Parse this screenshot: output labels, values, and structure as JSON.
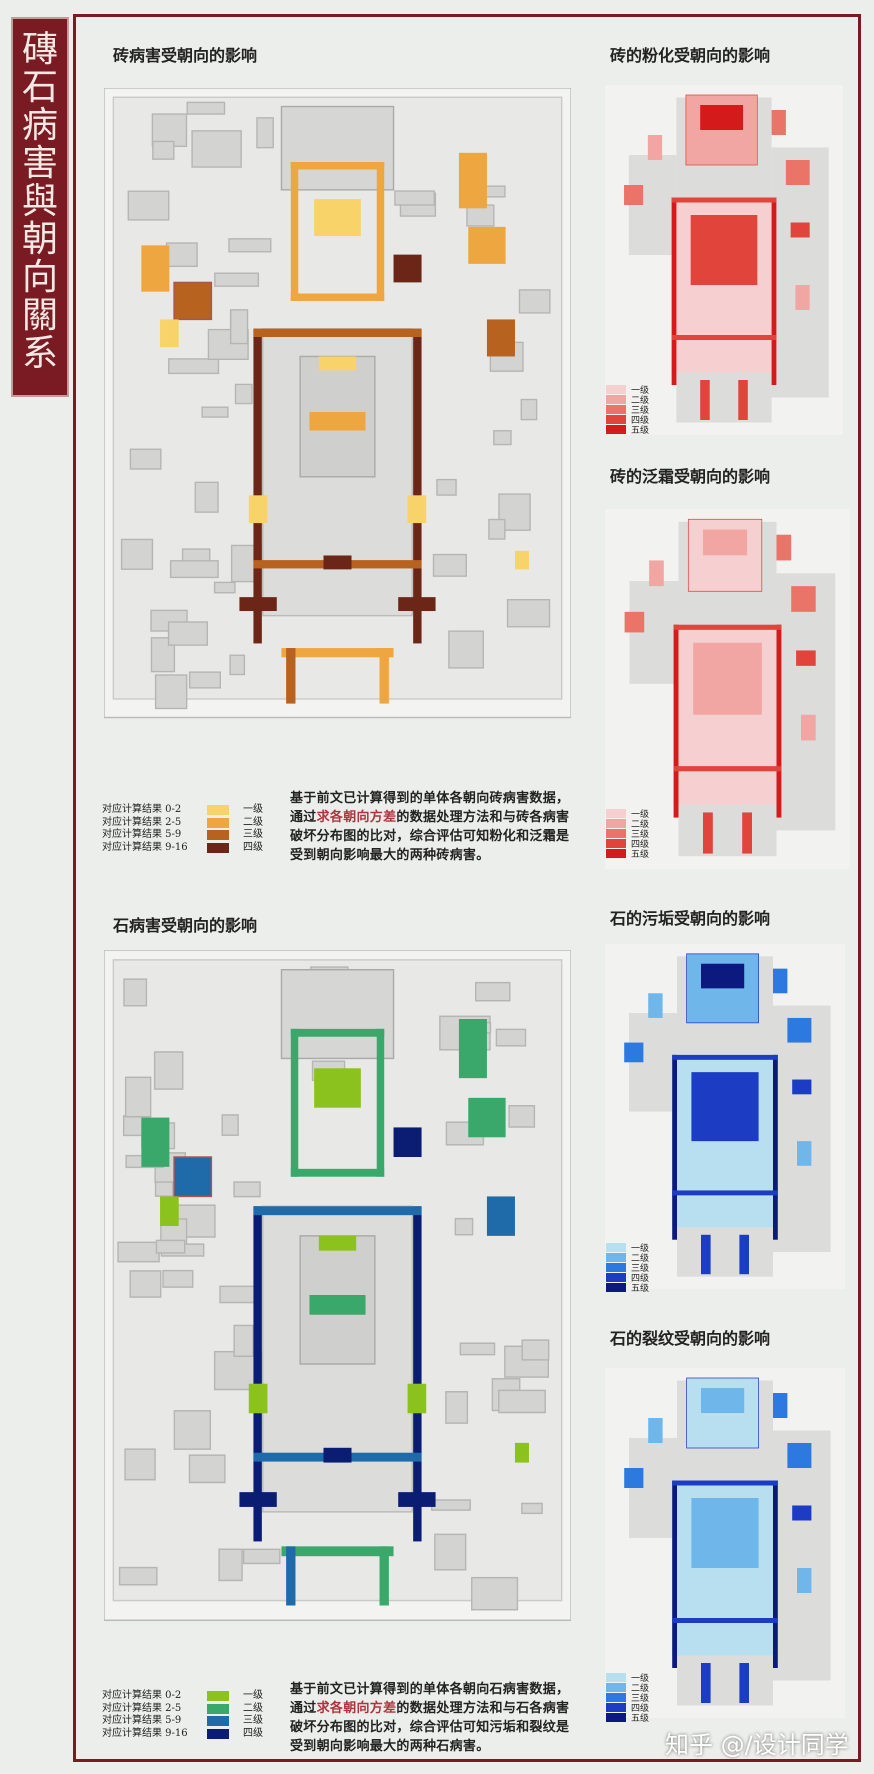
{
  "banner": {
    "title": [
      "磚",
      "石",
      "病",
      "害",
      "與",
      "朝",
      "向",
      "關",
      "系"
    ]
  },
  "brick": {
    "main_title": "砖病害受朝向的影响",
    "powder_title": "砖的粉化受朝向的影响",
    "efflorescence_title": "砖的泛霜受朝向的影响",
    "legend": [
      {
        "range": "对应计算结果 0-2",
        "level": "一级",
        "color": "#f7d36a"
      },
      {
        "range": "对应计算结果 2-5",
        "level": "二级",
        "color": "#eea640"
      },
      {
        "range": "对应计算结果 5-9",
        "level": "三级",
        "color": "#b8621f"
      },
      {
        "range": "对应计算结果 9-16",
        "level": "四级",
        "color": "#6b2617"
      }
    ],
    "red_legend": [
      {
        "level": "一级",
        "color": "#f6cfd0"
      },
      {
        "level": "二级",
        "color": "#f2a6a4"
      },
      {
        "level": "三级",
        "color": "#ea7467"
      },
      {
        "level": "四级",
        "color": "#e0443a"
      },
      {
        "level": "五级",
        "color": "#d41a1a"
      }
    ],
    "para": {
      "p1": "基于前文已计算得到的单体各朝向砖病害数据，通过",
      "hl": "求各朝向方差",
      "p2": "的数据处理方法和与砖各病害破坏分布图的比对，综合评估可知粉化和泛霜是受到朝向影响最大的两种砖病害。"
    }
  },
  "stone": {
    "main_title": "石病害受朝向的影响",
    "dirt_title": "石的污垢受朝向的影响",
    "crack_title": "石的裂纹受朝向的影响",
    "legend": [
      {
        "range": "对应计算结果 0-2",
        "level": "一级",
        "color": "#8cc21d"
      },
      {
        "range": "对应计算结果 2-5",
        "level": "二级",
        "color": "#3aa86a"
      },
      {
        "range": "对应计算结果 5-9",
        "level": "三级",
        "color": "#1f6aa8"
      },
      {
        "range": "对应计算结果 9-16",
        "level": "四级",
        "color": "#0b1d72"
      }
    ],
    "blue_legend": [
      {
        "level": "一级",
        "color": "#b7dff0"
      },
      {
        "level": "二级",
        "color": "#6fb6ea"
      },
      {
        "level": "三级",
        "color": "#2c7ae0"
      },
      {
        "level": "四级",
        "color": "#1c3cc4"
      },
      {
        "level": "五级",
        "color": "#0c1a80"
      }
    ],
    "para": {
      "p1": "基于前文已计算得到的单体各朝向石病害数据，通过",
      "hl": "求各朝向方差",
      "p2": "的数据处理方法和与石各病害破坏分布图的比对，综合评估可知污垢和裂纹是受到朝向影响最大的两种石病害。"
    }
  },
  "watermark": "知乎 @/设计同学"
}
